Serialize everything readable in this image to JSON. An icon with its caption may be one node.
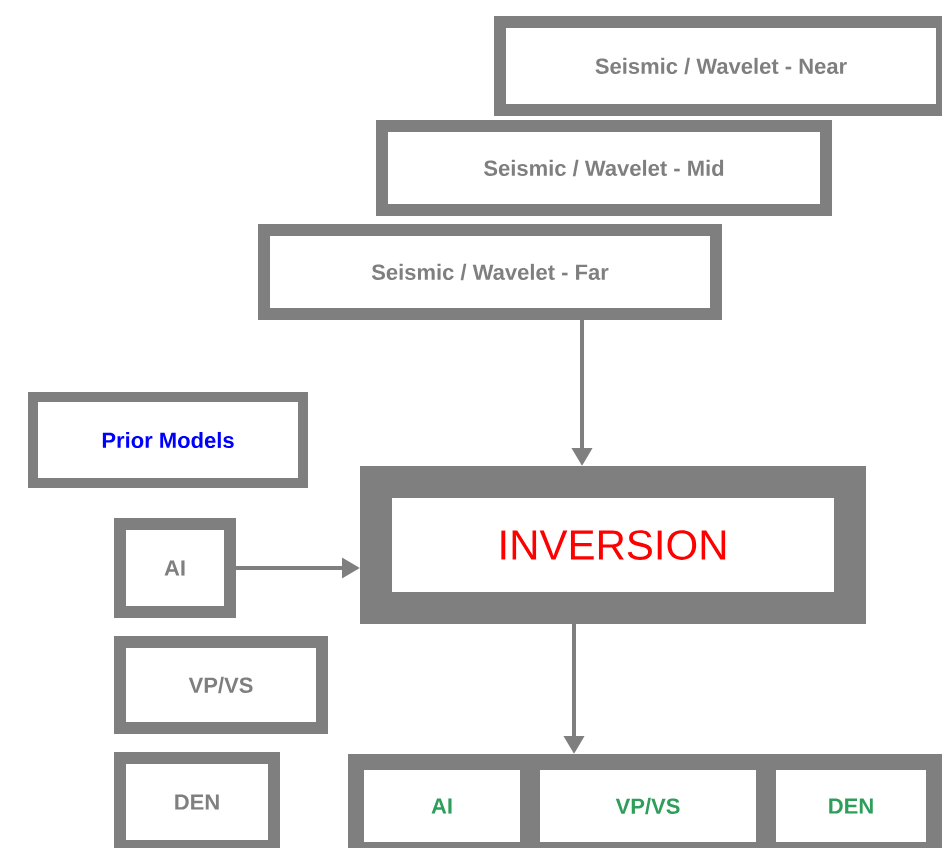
{
  "diagram": {
    "nodes": [
      {
        "text": [
          "Seismic / Wavelet - Near"
        ]
      },
      {
        "text": [
          "Seismic / Wavelet - Mid"
        ]
      },
      {
        "text": [
          "Seismic / Wavelet - Far"
        ]
      },
      {
        "text": [
          "Prior Models"
        ]
      },
      {
        "text": [
          "INVERSION"
        ]
      },
      {
        "text": [
          "AI"
        ]
      },
      {
        "text": [
          "VP/VS"
        ]
      },
      {
        "text": [
          "DEN"
        ]
      },
      {
        "text": [],
        "shape": "box"
      },
      {
        "text": [
          "AI"
        ],
        "in": 8
      },
      {
        "text": [
          "VP/VS"
        ],
        "in": 8
      },
      {
        "text": [
          "DEN"
        ],
        "in": 8
      }
    ],
    "edges": [
      {
        "from": 2,
        "to": 4,
        "arrow": "to"
      },
      {
        "from": 5,
        "to": 4,
        "arrow": "to"
      },
      {
        "from": 4,
        "to": 8,
        "arrow": "to"
      }
    ]
  }
}
